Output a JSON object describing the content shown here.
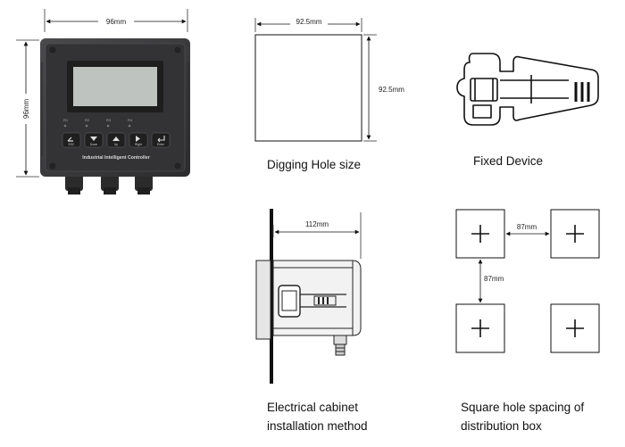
{
  "controller": {
    "width_label": "96mm",
    "height_label": "96mm",
    "panel_text": "Industrial Intelligent Controller",
    "relay_labels": [
      "R1",
      "R2",
      "R3",
      "R4"
    ],
    "buttons": [
      "ESC",
      "Down",
      "Up",
      "Right",
      "Enter"
    ]
  },
  "digging_hole": {
    "width_label": "92.5mm",
    "height_label": "92.5mm",
    "caption": "Digging Hole size"
  },
  "fixed_device": {
    "caption": "Fixed Device"
  },
  "cabinet": {
    "depth_label": "112mm",
    "caption_line1": "Electrical cabinet",
    "caption_line2": "installation method"
  },
  "spacing": {
    "horizontal_label": "87mm",
    "vertical_label": "87mm",
    "caption_line1": "Square hole spacing of",
    "caption_line2": "distribution box"
  },
  "colors": {
    "device_body": "#3a3a3c",
    "lcd": "#bfc3c0",
    "line": "#111111"
  }
}
